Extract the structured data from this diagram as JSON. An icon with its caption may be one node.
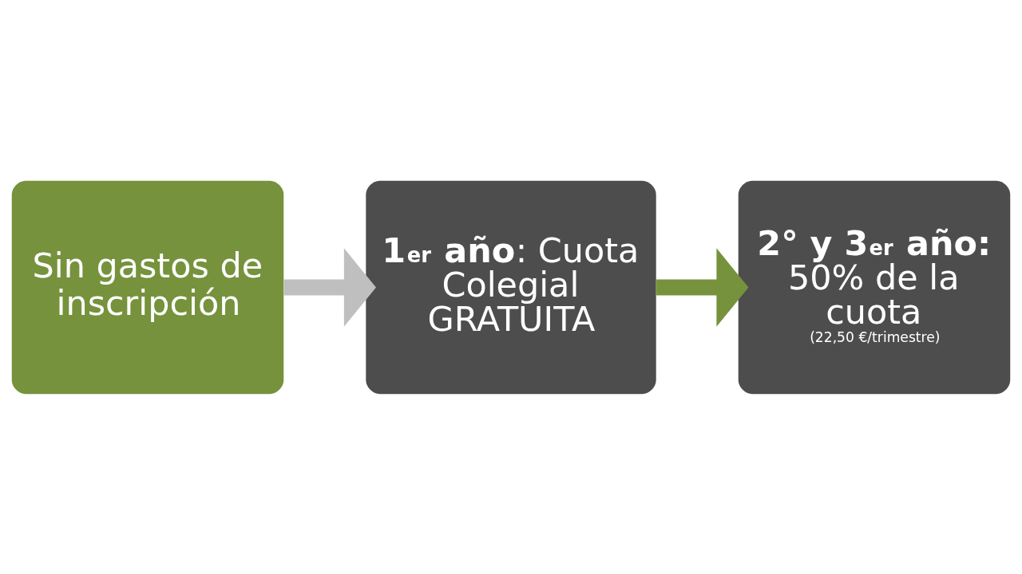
{
  "diagram": {
    "nodes": [
      {
        "text": [
          "Sin gastos de inscripción"
        ]
      },
      {
        "text": [
          "**1$^{er}$ año**: Cuota Colegial GRATUITA"
        ]
      },
      {
        "text": [
          "**2° y 3$^{er}$ año:** 50% de la cuota",
          "(22,50 €/trimestre)"
        ]
      }
    ],
    "edges": [
      {
        "from": 0,
        "to": 1,
        "arrow": "to",
        "color": "#bfbfbf"
      },
      {
        "from": 1,
        "to": 2,
        "arrow": "to",
        "color": "#76923c"
      }
    ]
  }
}
